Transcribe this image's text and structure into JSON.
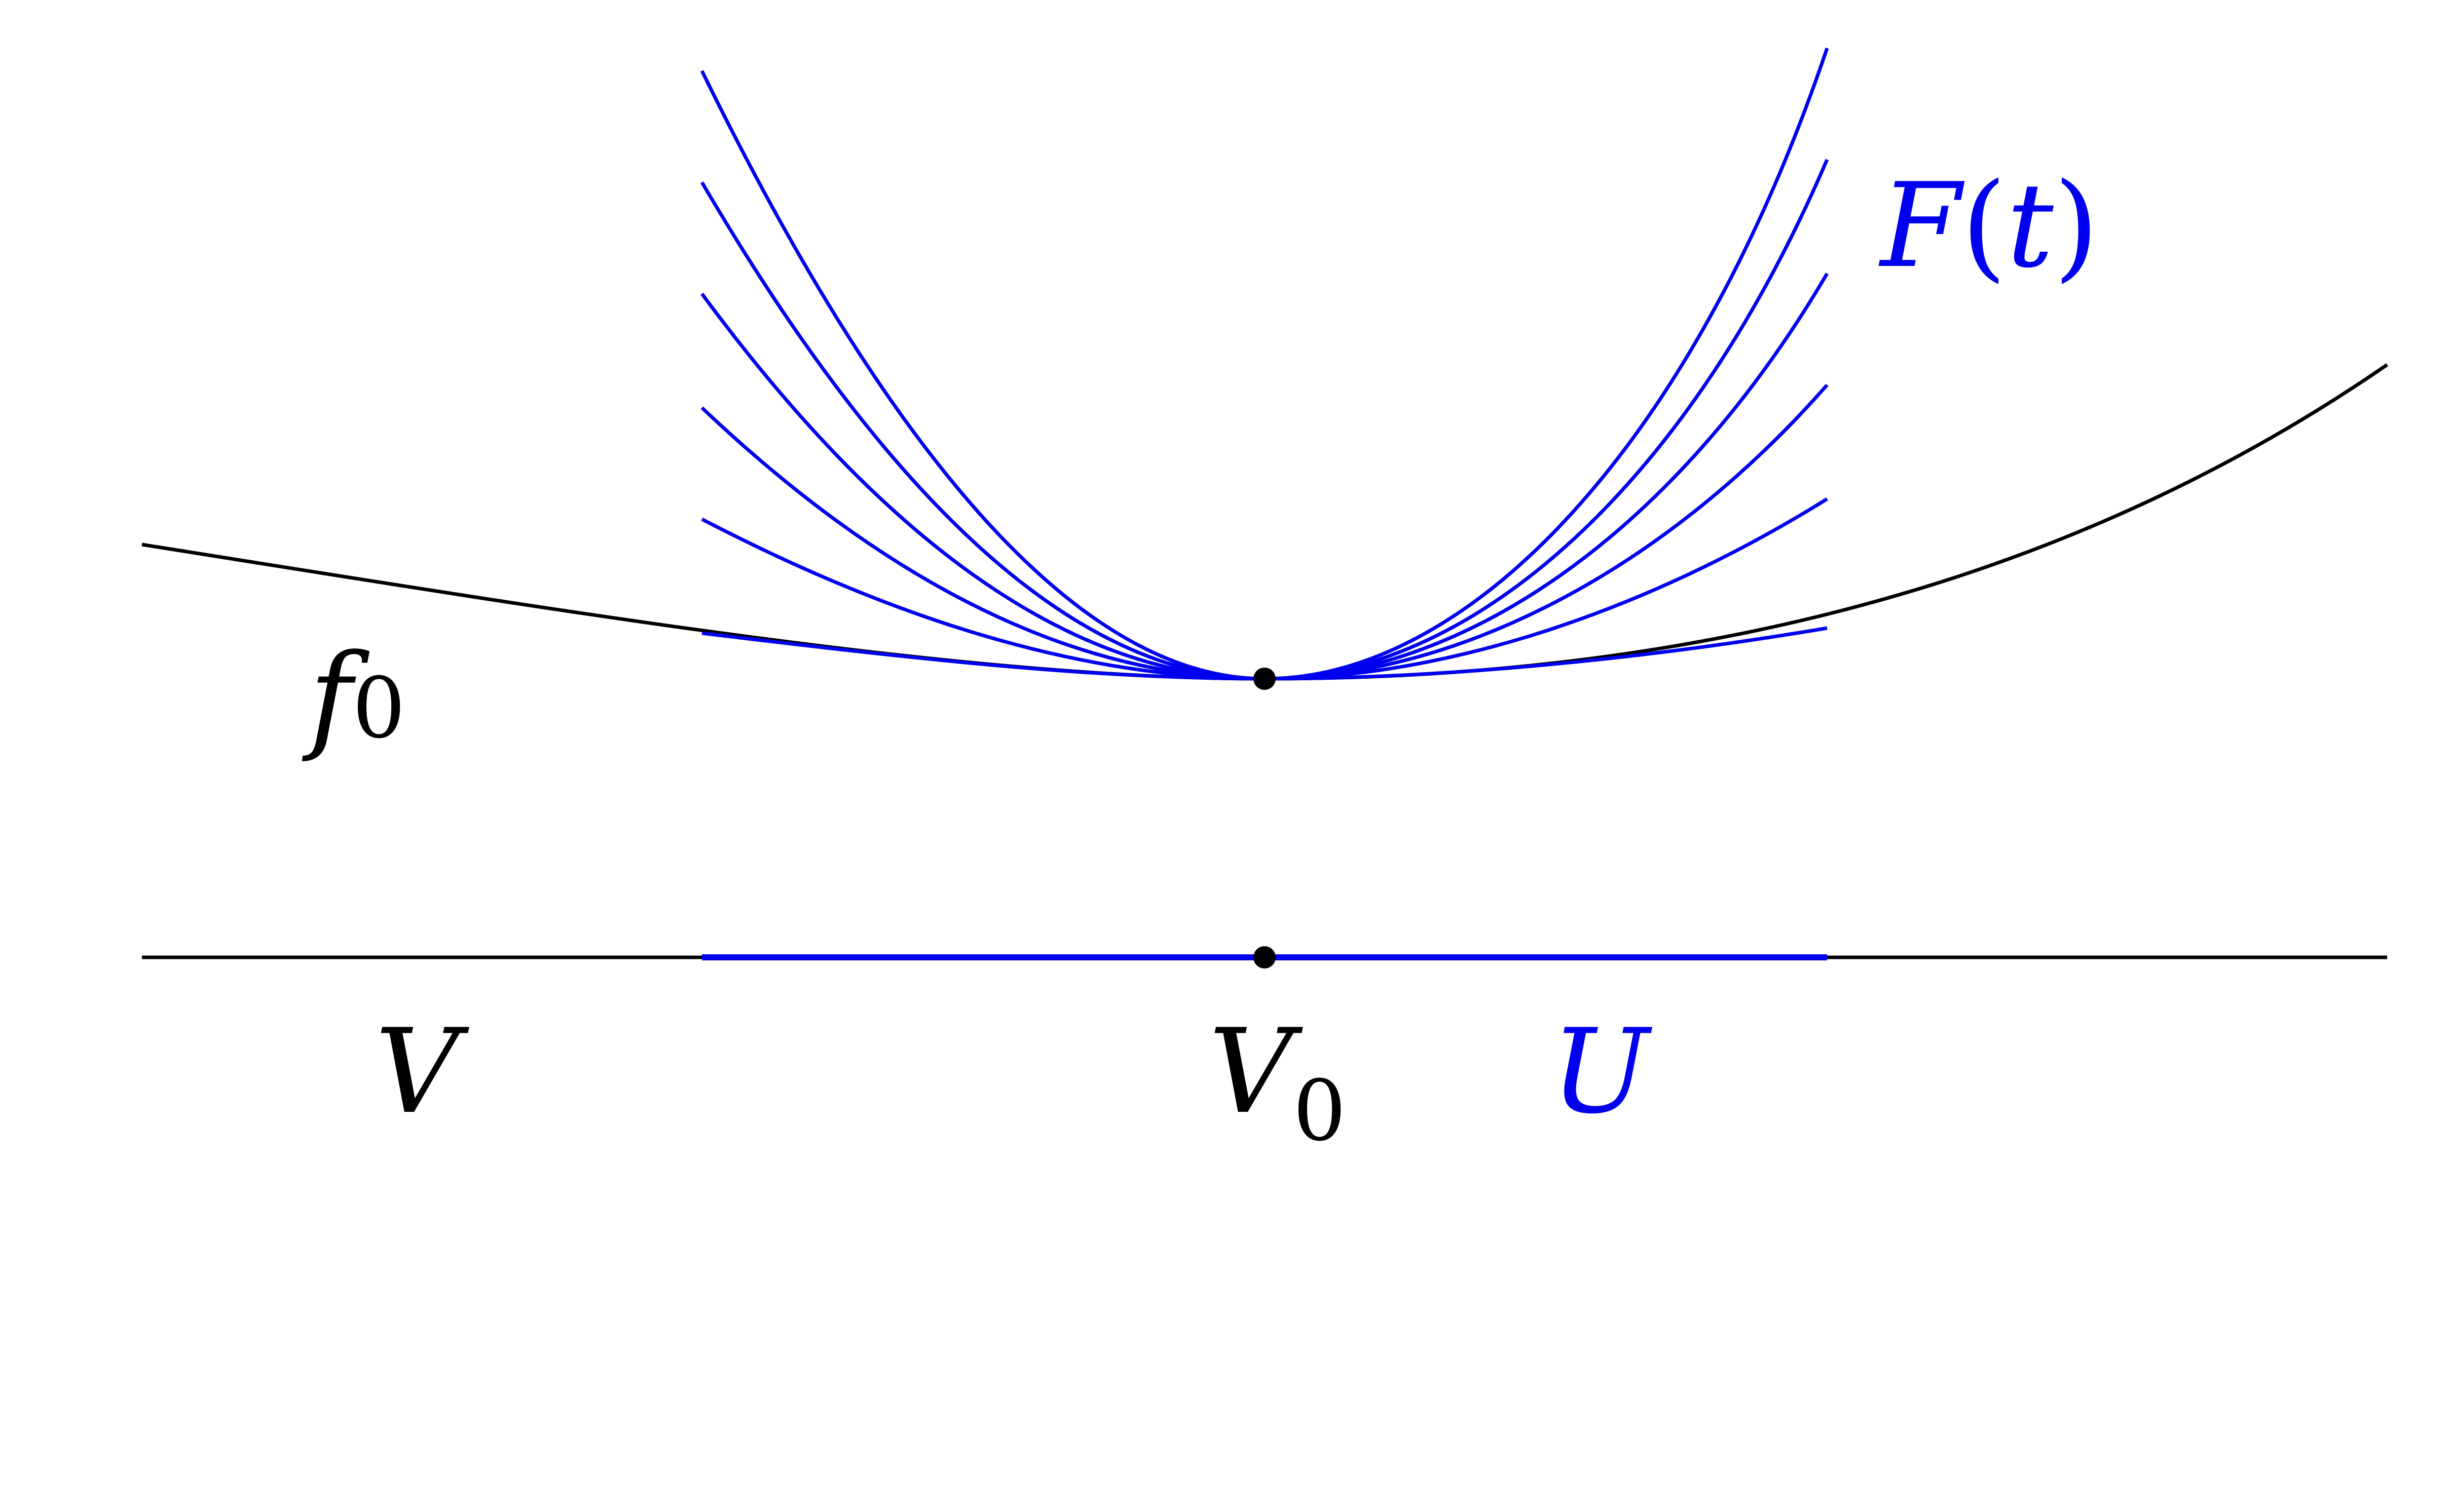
{
  "colors": {
    "base": "#000000",
    "accent": "#0000ee"
  },
  "labels": {
    "f0": {
      "main": "f",
      "sub": "0"
    },
    "F_t": {
      "name": "F",
      "open": "(",
      "var": "t",
      "close": ")"
    },
    "V": "V",
    "V0": {
      "main": "V",
      "sub": "0"
    },
    "U": "U"
  }
}
